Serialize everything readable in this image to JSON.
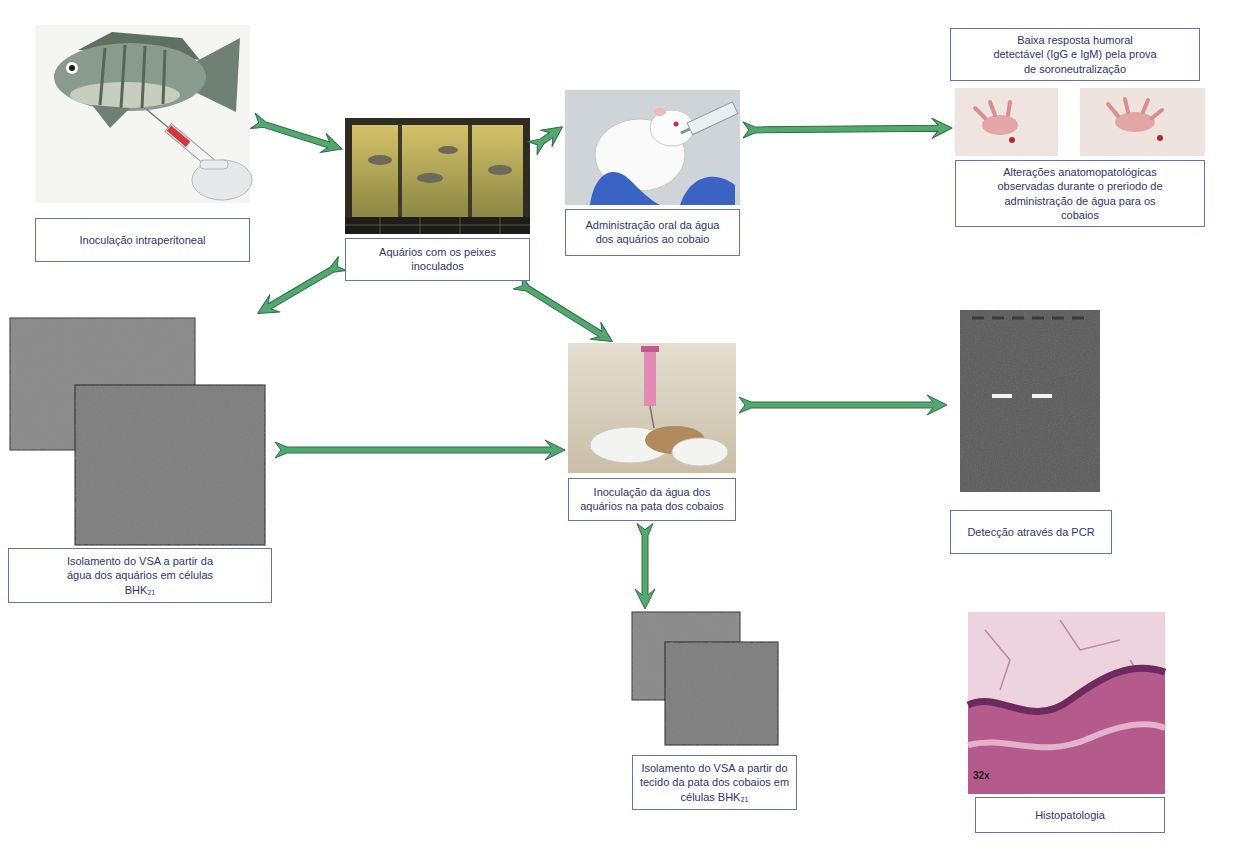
{
  "diagram": {
    "nodes": [
      {
        "text": [
          "Inoculação intraperitoneal"
        ]
      },
      {
        "text": [
          "Aquários com os peixes inoculados"
        ]
      },
      {
        "text": [
          "Administração oral da água dos aquários ao cobaio"
        ]
      },
      {
        "text": [
          "Baixa resposta humoral detectável (IgG e IgM) pela prova de soroneutralização"
        ]
      },
      {
        "text": [
          "Alterações anatomopatológicas observadas durante o preriodo de administração de água para os cobaios"
        ]
      },
      {
        "text": [
          "Isolamento do VSA a partir da água dos aquários em células BHK₂₁"
        ]
      },
      {
        "text": [
          "Inoculação da água dos aquários na pata dos cobaios"
        ]
      },
      {
        "text": [
          "Detecção através da PCR"
        ]
      },
      {
        "text": [
          "Isolamento do VSA a partir do tecido da pata dos cobaios em células BHK₂₁"
        ]
      },
      {
        "text": [
          "Histopatologia"
        ]
      }
    ],
    "edges": [
      {
        "from": 0,
        "to": 1,
        "arrow": "to"
      },
      {
        "from": 1,
        "to": 2,
        "arrow": "to"
      },
      {
        "from": 2,
        "to": 4,
        "arrow": "to"
      },
      {
        "from": 1,
        "to": 5,
        "arrow": "to"
      },
      {
        "from": 1,
        "to": 6,
        "arrow": "to"
      },
      {
        "from": 5,
        "to": 6,
        "arrow": "to"
      },
      {
        "from": 6,
        "to": 7,
        "arrow": "to"
      },
      {
        "from": 6,
        "to": 8,
        "arrow": "to"
      }
    ],
    "labels": [
      "32x"
    ]
  }
}
